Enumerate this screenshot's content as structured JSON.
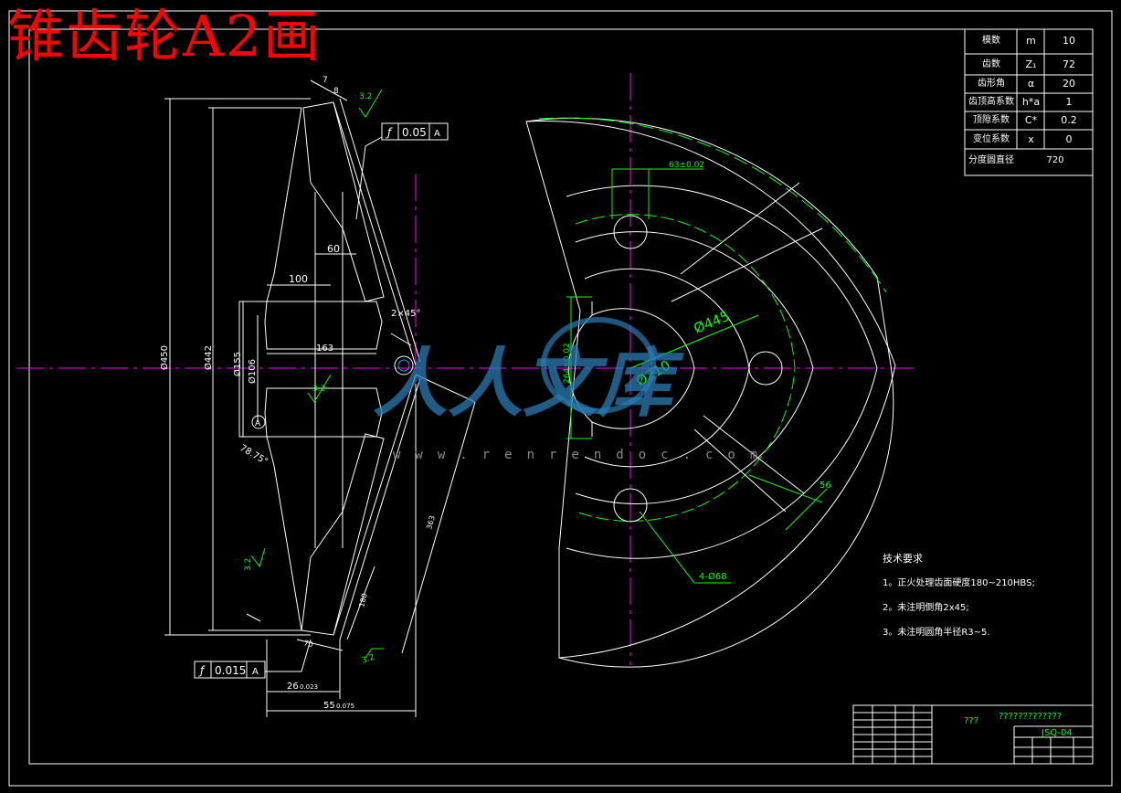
{
  "title": "锥齿轮A2画",
  "params_table": [
    {
      "name": "模数",
      "symbol": "m",
      "value": "10"
    },
    {
      "name": "齿数",
      "symbol": "Z₁",
      "value": "72"
    },
    {
      "name": "齿形角",
      "symbol": "α",
      "value": "20"
    },
    {
      "name": "齿顶高系数",
      "symbol": "h*a",
      "value": "1"
    },
    {
      "name": "顶隙系数",
      "symbol": "C*",
      "value": "0.2"
    },
    {
      "name": "变位系数",
      "symbol": "x",
      "value": "0"
    },
    {
      "name": "分度圆直径",
      "symbol": "",
      "value": "720"
    }
  ],
  "tolerances": {
    "runout_top": "0.05",
    "runout_top_datum": "A",
    "runout_bottom": "0.015",
    "runout_bottom_datum": "A",
    "datum_label": "A"
  },
  "dims": {
    "d450": "Ø450",
    "d442": "Ø442",
    "d155": "Ø155",
    "d106": "Ø106",
    "len100": "100",
    "len60": "60",
    "len163": "163",
    "chamfer": "2×45°",
    "angle": "78.75°",
    "width26": "26",
    "width26_tol": "0.023",
    "width55": "55",
    "width55_tol": "0.075",
    "dim7": "7",
    "dim8": "8",
    "dim70": "70",
    "dim180": "180",
    "dim363": "363",
    "rough": "3.2",
    "slot": "63±0.02",
    "keyway": "264±0.02",
    "d445": "Ø445",
    "d210": "Ø210",
    "holes": "4-Ø68",
    "dim56": "56"
  },
  "tech_requirements": {
    "heading": "技术要求",
    "items": [
      "1。正火处理齿面硬度180~210HBS;",
      "2。未注明倒角2x45;",
      "3。未注明圆角半径R3~5."
    ]
  },
  "title_block": {
    "name": "???",
    "subtitle": "?????????????",
    "drawing_no": "JSQ-04"
  },
  "watermark": {
    "chars": "人人文库",
    "url": "www.renrendoc.com"
  }
}
